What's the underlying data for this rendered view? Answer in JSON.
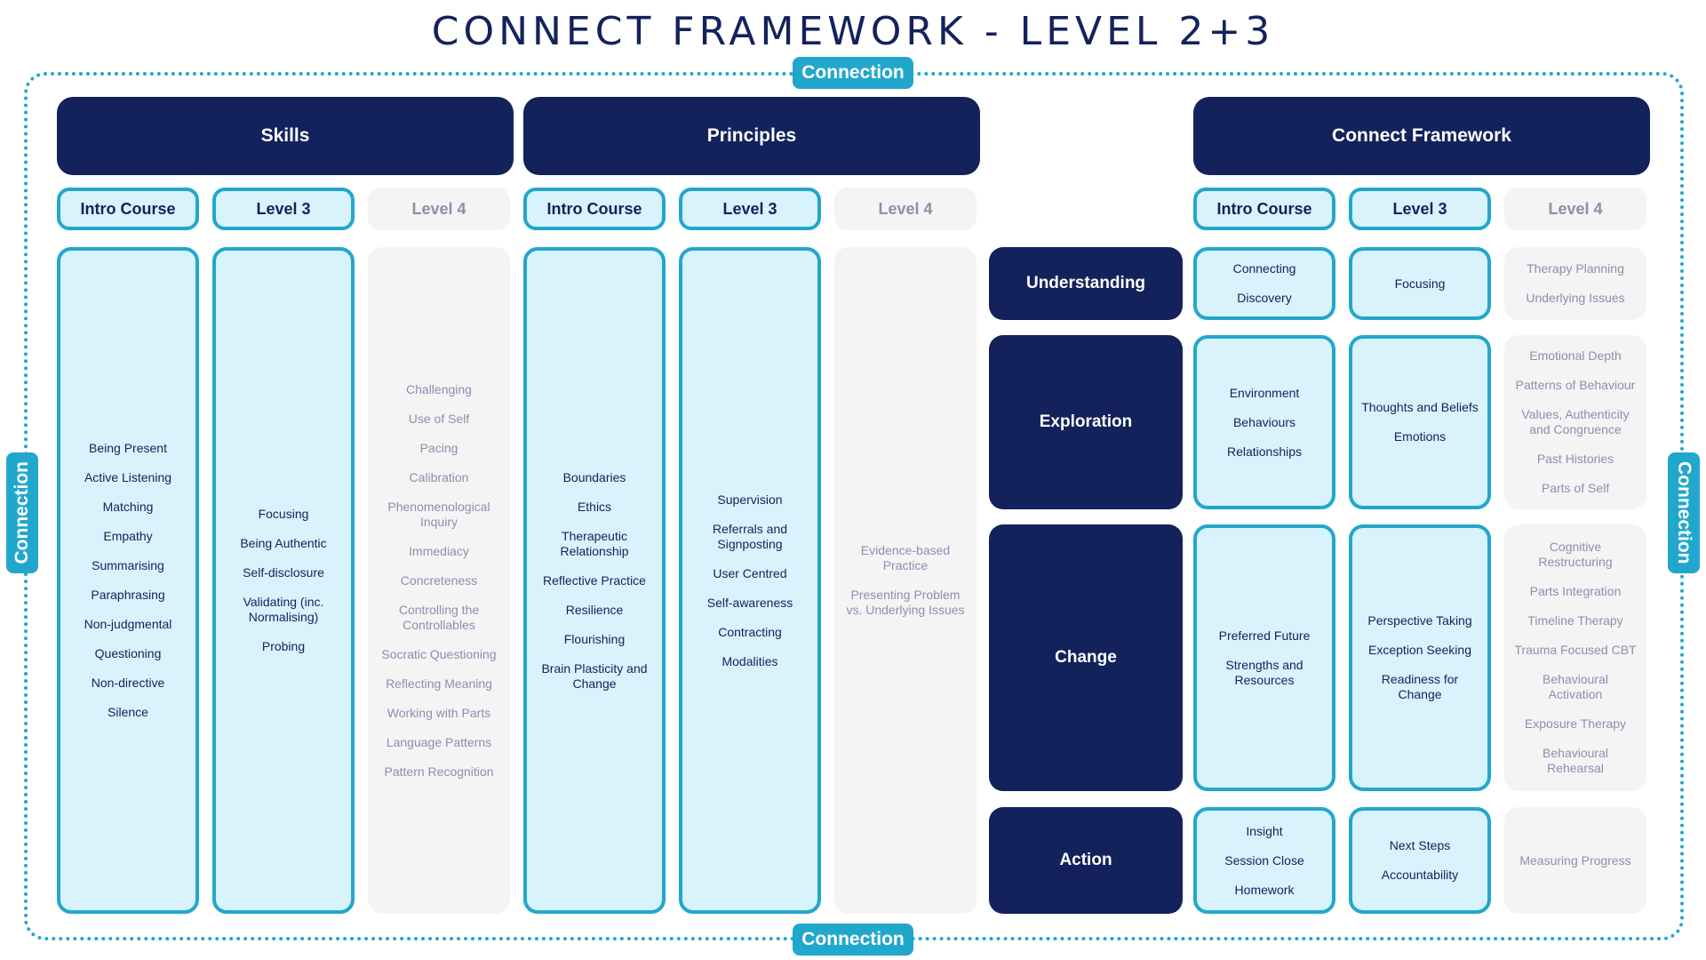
{
  "title": "CONNECT FRAMEWORK  - LEVEL 2+3",
  "connection_label": "Connection",
  "headers": {
    "skills": "Skills",
    "principles": "Principles",
    "framework": "Connect Framework"
  },
  "tabs": {
    "intro": "Intro Course",
    "level3": "Level 3",
    "level4": "Level 4"
  },
  "skills": {
    "intro": [
      "Being Present",
      "Active Listening",
      "Matching",
      "Empathy",
      "Summarising",
      "Paraphrasing",
      "Non-judgmental",
      "Questioning",
      "Non-directive",
      "Silence"
    ],
    "level3": [
      "Focusing",
      "Being Authentic",
      "Self-disclosure",
      "Validating (inc.\nNormalising)",
      "Probing"
    ],
    "level4": [
      "Challenging",
      "Use of Self",
      "Pacing",
      "Calibration",
      "Phenomenological\nInquiry",
      "Immediacy",
      "Concreteness",
      "Controlling the\nControllables",
      "Socratic Questioning",
      "Reflecting Meaning",
      "Working with Parts",
      "Language Patterns",
      "Pattern Recognition"
    ]
  },
  "principles": {
    "intro": [
      "Boundaries",
      "Ethics",
      "Therapeutic\nRelationship",
      "Reflective Practice",
      "Resilience",
      "Flourishing",
      "Brain Plasticity and\nChange"
    ],
    "level3": [
      "Supervision",
      "Referrals and\nSignposting",
      "User Centred",
      "Self-awareness",
      "Contracting",
      "Modalities"
    ],
    "level4": [
      "Evidence-based\nPractice",
      "Presenting Problem\nvs. Underlying Issues"
    ]
  },
  "stages": [
    {
      "name": "Understanding",
      "intro": [
        "Connecting",
        "Discovery"
      ],
      "level3": [
        "Focusing"
      ],
      "level4": [
        "Therapy Planning",
        "Underlying Issues"
      ]
    },
    {
      "name": "Exploration",
      "intro": [
        "Environment",
        "Behaviours",
        "Relationships"
      ],
      "level3": [
        "Thoughts and Beliefs",
        "Emotions"
      ],
      "level4": [
        "Emotional Depth",
        "Patterns of Behaviour",
        "Values, Authenticity\nand Congruence",
        "Past Histories",
        "Parts of Self"
      ]
    },
    {
      "name": "Change",
      "intro": [
        "Preferred Future",
        "Strengths and\nResources"
      ],
      "level3": [
        "Perspective Taking",
        "Exception Seeking",
        "Readiness for\nChange"
      ],
      "level4": [
        "Cognitive\nRestructuring",
        "Parts Integration",
        "Timeline Therapy",
        "Trauma Focused CBT",
        "Behavioural\nActivation",
        "Exposure Therapy",
        "Behavioural\nRehearsal"
      ]
    },
    {
      "name": "Action",
      "intro": [
        "Insight",
        "Session Close",
        "Homework"
      ],
      "level3": [
        "Next Steps",
        "Accountability"
      ],
      "level4": [
        "Measuring Progress"
      ]
    }
  ],
  "colors": {
    "navy": "#13225b",
    "accent": "#22a7cc",
    "active_fill": "#d8f3fc",
    "inactive_fill": "#f4f4f5",
    "inactive_text": "#8a90ad"
  }
}
